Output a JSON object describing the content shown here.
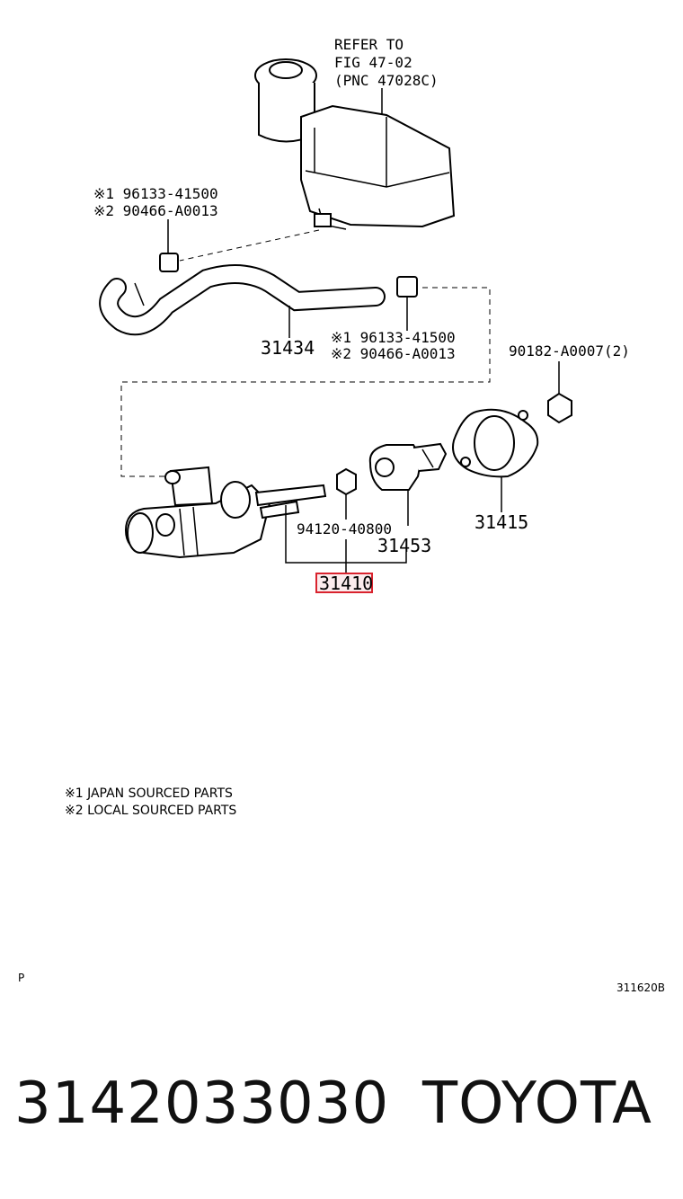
{
  "diagram": {
    "reservoir_ref": [
      "REFER TO",
      "FIG 47-02",
      "(PNC 47028C)"
    ],
    "clip_top": {
      "line1": "※1 96133-41500",
      "line2": "※2 90466-A0013"
    },
    "clip_mid": {
      "line1": "※1 96133-41500",
      "line2": "※2 90466-A0013"
    },
    "hose_part": "31434",
    "nut_part": "90182-A0007(2)",
    "gasket_part": "31415",
    "small_nut_part": "94120-40800",
    "pushrod_part": "31453",
    "highlight_part": "31410",
    "highlight_color": "#d9232e",
    "notes": [
      "※1 JAPAN SOURCED PARTS",
      "※2 LOCAL SOURCED PARTS"
    ],
    "corner_left": "P",
    "corner_right": "311620B"
  },
  "footer": {
    "part_number": "3142033030",
    "brand": "TOYOTA"
  }
}
